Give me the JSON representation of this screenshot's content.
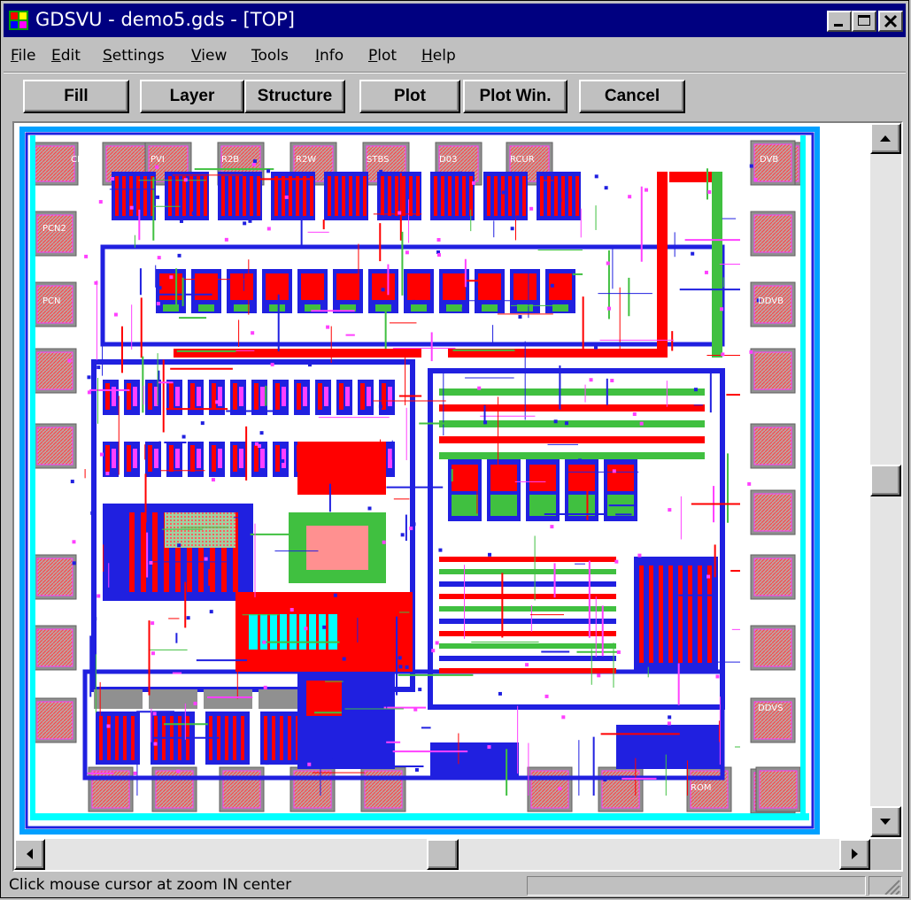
{
  "window": {
    "title": "GDSVU - demo5.gds - [TOP]"
  },
  "menu": {
    "items": [
      {
        "label": "File"
      },
      {
        "label": "Edit"
      },
      {
        "label": "Settings"
      },
      {
        "label": "View"
      },
      {
        "label": "Tools"
      },
      {
        "label": "Info"
      },
      {
        "label": "Plot"
      },
      {
        "label": "Help"
      }
    ]
  },
  "toolbar": {
    "fill_label": "Fill",
    "layer_label": "Layer",
    "structure_label": "Structure",
    "plot_label": "Plot",
    "plotwin_label": "Plot Win.",
    "cancel_label": "Cancel"
  },
  "layout": {
    "pad_labels": [
      "CDR",
      "PVI",
      "R2B",
      "R2W",
      "STBS",
      "D03",
      "RCUR",
      "DVB",
      "PCN2",
      "PCN",
      "DDVB",
      "DDVS",
      "ROM"
    ]
  },
  "scrollbar": {
    "vertical_position": 0.5,
    "horizontal_position": 0.5
  },
  "status": {
    "message": "Click mouse cursor at zoom IN center"
  },
  "colors": {
    "titlebar": "#000080",
    "window_bg": "#c0c0c0",
    "layer_blue": "#2020e0",
    "layer_red": "#ff0000",
    "layer_magenta": "#ff40ff",
    "layer_cyan": "#00ffff",
    "layer_green": "#40c040",
    "layer_gray": "#909090"
  }
}
